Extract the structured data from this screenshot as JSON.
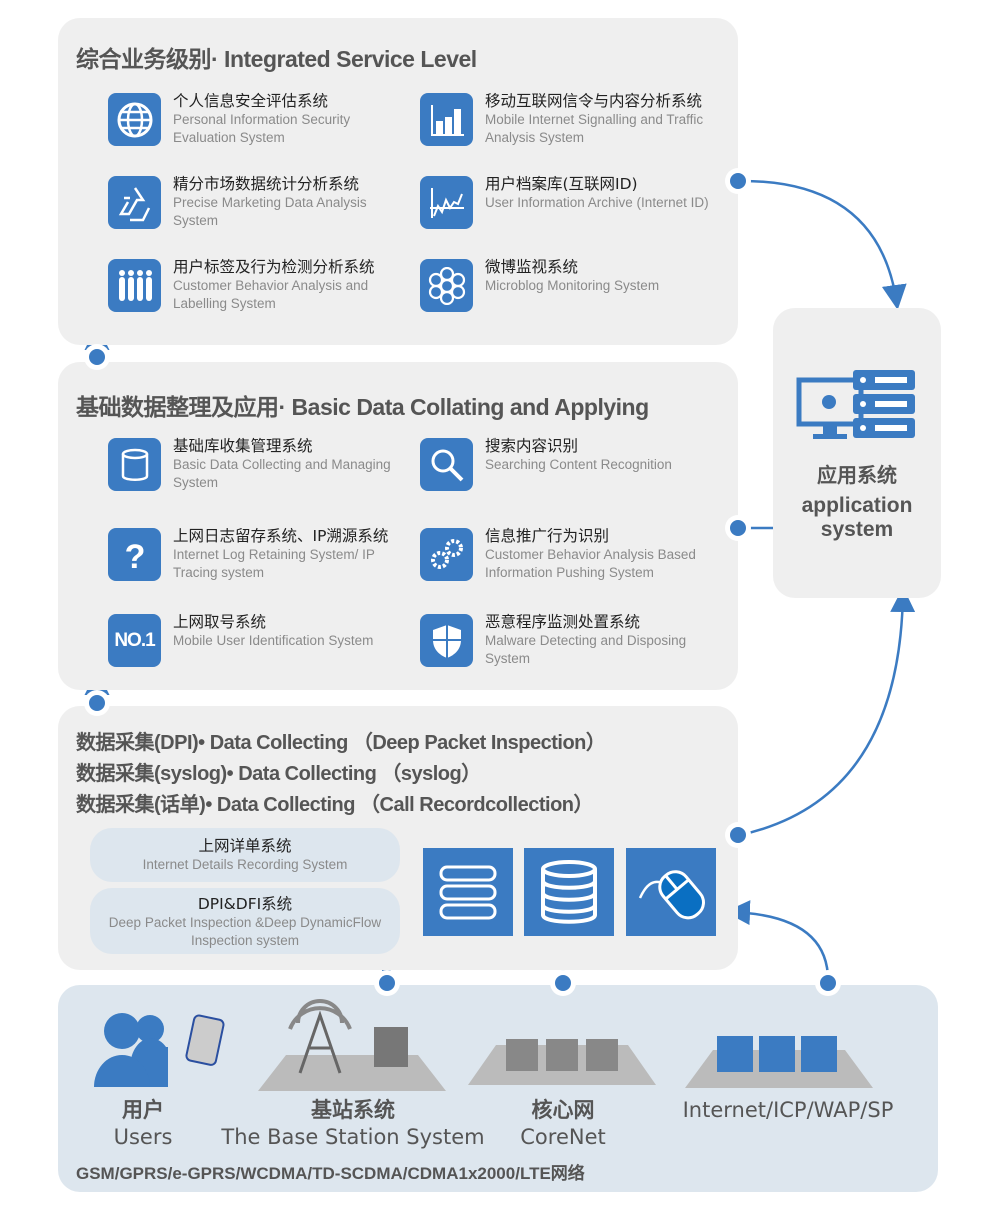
{
  "integrated": {
    "title": "综合业务级别· Integrated  Service  Level",
    "items": [
      {
        "icon": "globe-icon",
        "cn": "个人信息安全评估系统",
        "en": "Personal  Information Security Evaluation System"
      },
      {
        "icon": "bar-chart-icon",
        "cn": "移动互联网信令与内容分析系统",
        "en": "Mobile Internet Signalling and Traffic Analysis System"
      },
      {
        "icon": "recycle-icon",
        "cn": "精分市场数据统计分析系统",
        "en": "Precise Marketing Data Analysis System"
      },
      {
        "icon": "line-chart-icon",
        "cn": "用户档案库(互联网ID)",
        "en": "User Information Archive (Internet ID)"
      },
      {
        "icon": "people-icon",
        "cn": "用户标签及行为检测分析系统",
        "en": "Customer Behavior Analysis and Labelling System"
      },
      {
        "icon": "hexagon-icon",
        "cn": "微博监视系统",
        "en": "Microblog Monitoring System"
      }
    ]
  },
  "basic": {
    "title": "基础数据整理及应用· Basic Data Collating and Applying",
    "items": [
      {
        "icon": "database-icon",
        "cn": "基础库收集管理系统",
        "en": "Basic Data Collecting and Managing System"
      },
      {
        "icon": "search-icon",
        "cn": "搜索内容识别",
        "en": "Searching Content Recognition"
      },
      {
        "icon": "question-icon",
        "cn": "上网日志留存系统、IP溯源系统",
        "en": "Internet Log Retaining System/ IP Tracing system"
      },
      {
        "icon": "gears-icon",
        "cn": "信息推广行为识别",
        "en": "Customer Behavior Analysis Based Information Pushing System"
      },
      {
        "icon": "no1-icon",
        "cn": "上网取号系统",
        "en": "Mobile User Identification System",
        "badge": "NO.1"
      },
      {
        "icon": "shield-icon",
        "cn": "恶意程序监测处置系统",
        "en": "Malware Detecting and Disposing System"
      }
    ]
  },
  "collecting": {
    "lines": [
      "数据采集(DPI)• Data Collecting （Deep Packet Inspection）",
      "数据采集(syslog)• Data Collecting （syslog）",
      "数据采集(话单)• Data Collecting （Call Recordcollection）"
    ],
    "pills": [
      {
        "cn": "上网详单系统",
        "en": "Internet Details Recording System"
      },
      {
        "cn": "DPI&DFI系统",
        "en": "Deep Packet Inspection &Deep DynamicFlow Inspection  system"
      }
    ]
  },
  "app": {
    "cn": "应用系统",
    "en1": "application",
    "en2": "system"
  },
  "network": {
    "users_cn": "用户",
    "users_en": "Users",
    "bs_cn": "基站系统",
    "bs_en": "The Base Station System",
    "core_cn": "核心网",
    "core_en": "CoreNet",
    "internet": "Internet/ICP/WAP/SP",
    "footer": "GSM/GPRS/e-GPRS/WCDMA/TD-SCDMA/CDMA1x2000/LTE网络"
  },
  "colors": {
    "accent": "#3b7bc2",
    "panel": "#efefef",
    "net": "#dde6ee"
  }
}
